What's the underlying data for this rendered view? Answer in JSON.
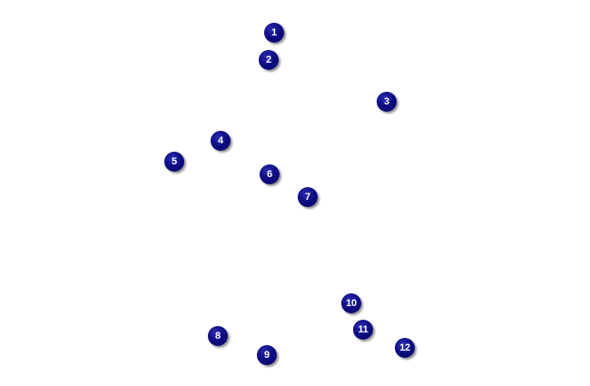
{
  "marker_color": "#0d0d86",
  "marker_text_color": "#ffffff",
  "markers": [
    {
      "label": "1"
    },
    {
      "label": "2"
    },
    {
      "label": "3"
    },
    {
      "label": "4"
    },
    {
      "label": "5"
    },
    {
      "label": "6"
    },
    {
      "label": "7"
    },
    {
      "label": "8"
    },
    {
      "label": "9"
    },
    {
      "label": "10"
    },
    {
      "label": "11"
    },
    {
      "label": "12"
    }
  ]
}
